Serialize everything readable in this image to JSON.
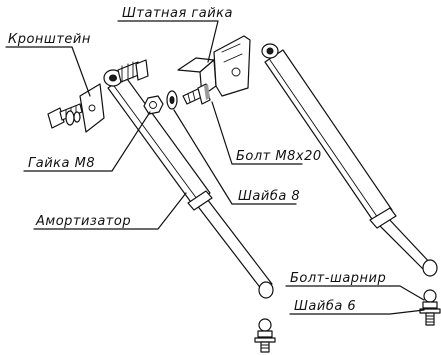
{
  "labels": {
    "bracket": "Кронштейн",
    "stock_nut": "Штатная гайка",
    "nut_m8": "Гайка М8",
    "bolt_m8x20": "Болт М8х20",
    "washer_8": "Шайба 8",
    "shock_absorber": "Амортизатор",
    "hinge_bolt": "Болт-шарнир",
    "washer_6": "Шайба 6"
  },
  "colors": {
    "line": "#111111",
    "background": "#ffffff"
  }
}
